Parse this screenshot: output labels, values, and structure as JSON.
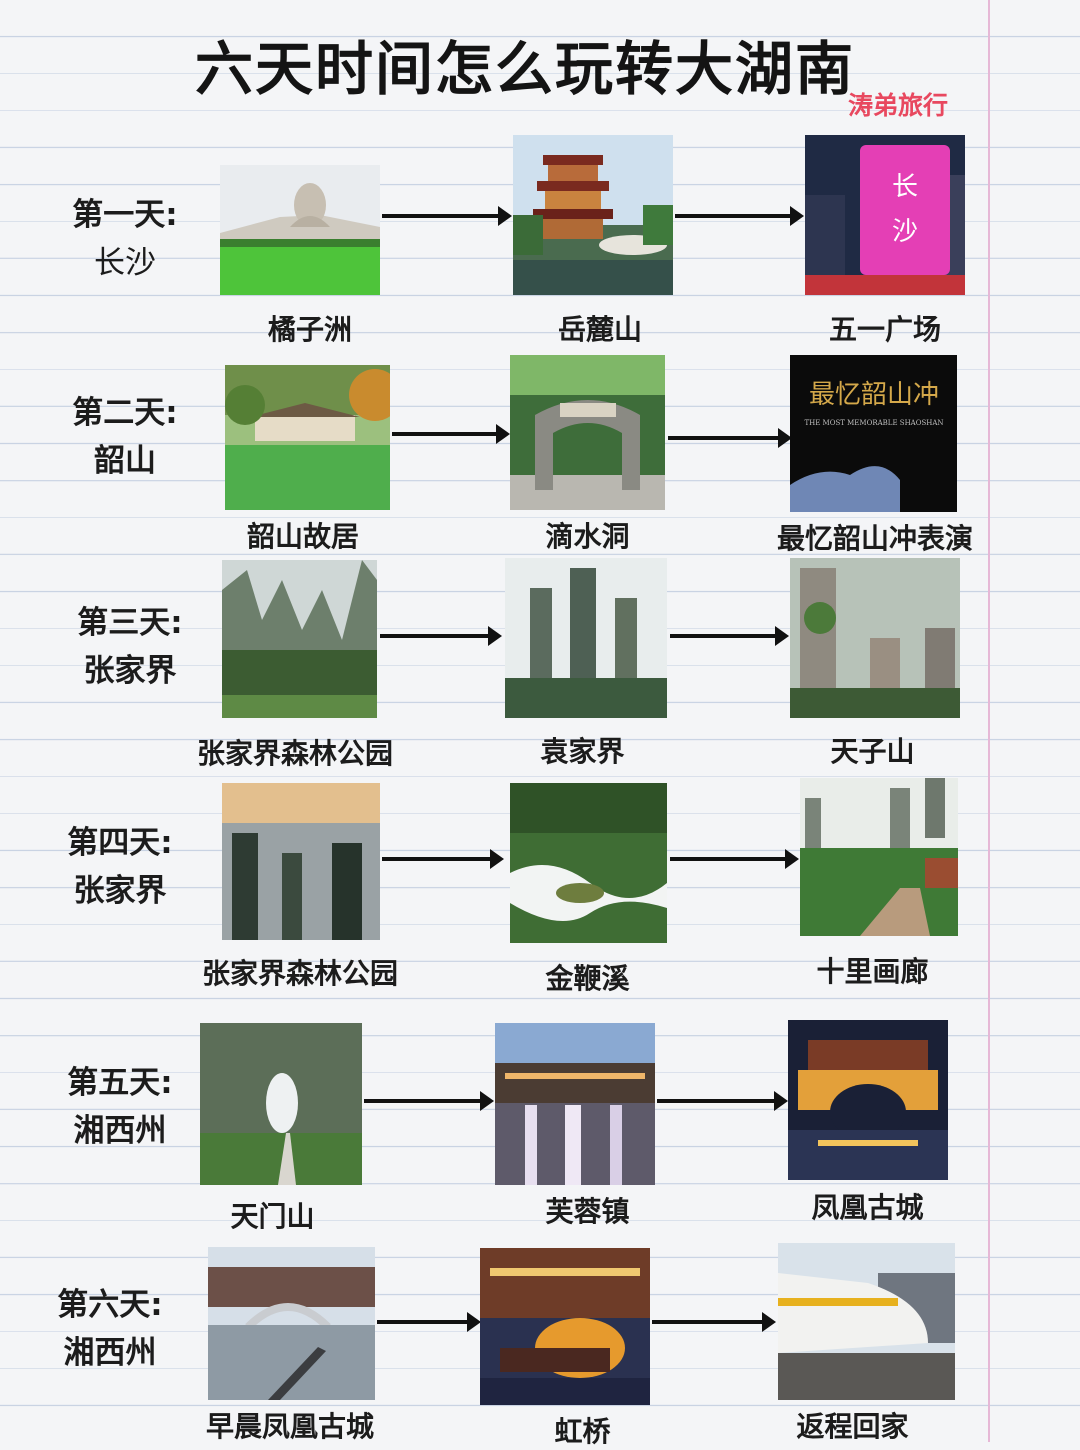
{
  "title": "六天时间怎么玩转大湖南",
  "brand": "涛弟旅行",
  "days": [
    {
      "label": "第一天:",
      "city": "长沙",
      "spots": [
        "橘子洲",
        "岳麓山",
        "五一广场"
      ]
    },
    {
      "label": "第二天:",
      "city": "韶山",
      "spots": [
        "韶山故居",
        "滴水洞",
        "最忆韶山冲表演"
      ]
    },
    {
      "label": "第三天:",
      "city": "张家界",
      "spots": [
        "张家界森林公园",
        "袁家界",
        "天子山"
      ]
    },
    {
      "label": "第四天:",
      "city": "张家界",
      "spots": [
        "张家界森林公园",
        "金鞭溪",
        "十里画廊"
      ]
    },
    {
      "label": "第五天:",
      "city": "湘西州",
      "spots": [
        "天门山",
        "芙蓉镇",
        "凤凰古城"
      ]
    },
    {
      "label": "第六天:",
      "city": "湘西州",
      "spots": [
        "早晨凤凰古城",
        "虹桥",
        "返程回家"
      ]
    }
  ],
  "image_text": {
    "changsha_sign_1": "长",
    "changsha_sign_2": "沙",
    "shaoshan_show_title": "最忆韶山冲",
    "shaoshan_show_sub": "THE MOST MEMORABLE SHAOSHAN"
  }
}
